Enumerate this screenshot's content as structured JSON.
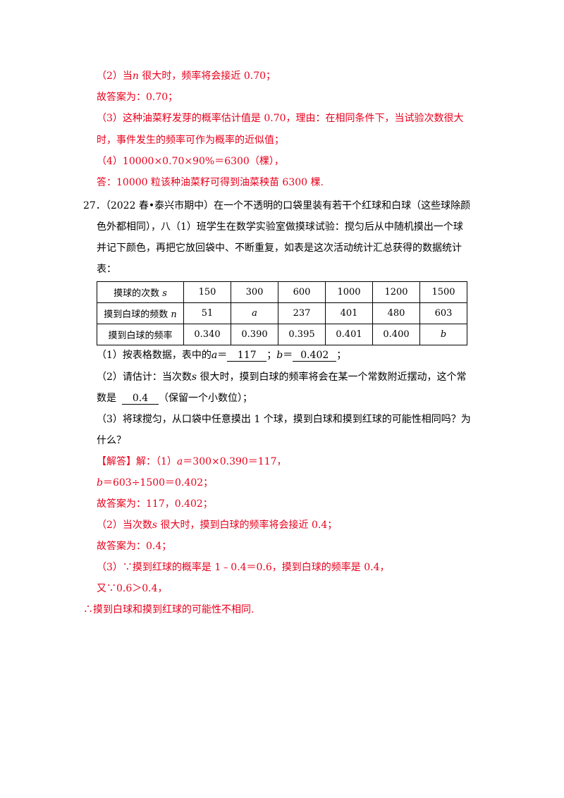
{
  "prev": {
    "l1": "（2）当",
    "l1_n": "n",
    "l1_b": " 很大时，频率将会接近 0.70；",
    "l2": "故答案为：0.70；",
    "l3": "（3）这种油菜籽发芽的概率估计值是 0.70，理由：在相同条件下，当试验次数很大",
    "l4": "时，事件发生的频率可作为概率的近似值；",
    "l5": "（4）10000×0.70×90%＝6300（棵），",
    "l6": "答：10000 粒该种油菜籽可得到油菜秧苗 6300 棵."
  },
  "q27": {
    "l1": "27．（2022 春•泰兴市期中）在一个不透明的口袋里装有若干个红球和白球（这些球除颜",
    "l2": "色外都相同），八（1）班学生在数学实验室做摸球试验：搅匀后从中随机摸出一个球",
    "l3": "并记下颜色，再把它放回袋中、不断重复，如表是这次活动统计汇总获得的数据统计",
    "l4": "表：",
    "sub1_a": "（1）按表格数据，表中的",
    "sub1_av": "a",
    "sub1_eq1": "＝",
    "sub1_ans1": "117",
    "sub1_sep": "；",
    "sub1_bv": "b",
    "sub1_eq2": "＝",
    "sub1_ans2": "0.402",
    "sub1_end": "；",
    "sub2_a": "（2）请估计：当次数",
    "sub2_s": "s",
    "sub2_b": " 很大时，摸到白球的频率将会在某一个常数附近摆动，这个常",
    "sub2_c": "数是",
    "sub2_ans": "0.4",
    "sub2_d": "（保留一个小数位）；",
    "sub3_a": "（3）将球搅匀，从口袋中任意摸出 1 个球，摸到白球和摸到红球的可能性相同吗？为",
    "sub3_b": "什么？"
  },
  "table": {
    "r1": [
      "摸球的次数 ",
      "s",
      "150",
      "300",
      "600",
      "1000",
      "1200",
      "1500"
    ],
    "r2": [
      "摸到白球的频数 ",
      "n",
      "51",
      "a",
      "237",
      "401",
      "480",
      "603"
    ],
    "r3": [
      "摸到白球的频率",
      "0.340",
      "0.390",
      "0.395",
      "0.401",
      "0.400",
      "b"
    ]
  },
  "answer": {
    "l1_tag": "【解答】",
    "l1_a": "解：（1）",
    "l1_av": "a",
    "l1_b": "＝300×0.390＝117，",
    "l2_bv": "b",
    "l2": "＝603÷1500＝0.402；",
    "l3": "故答案为：117，0.402；",
    "l4_a": "（2）当次数",
    "l4_s": "s",
    "l4_b": " 很大时，摸到白球的频率将会接近 0.4；",
    "l5": "故答案为：0.4；",
    "l6": "（3）∵摸到红球的概率是 1﹣0.4＝0.6，摸到白球的频率是 0.4，",
    "l7": "又∵0.6＞0.4，",
    "l8": "∴摸到白球和摸到红球的可能性不相同."
  },
  "colors": {
    "answer_red": "#e8001c",
    "text_black": "#000000"
  }
}
